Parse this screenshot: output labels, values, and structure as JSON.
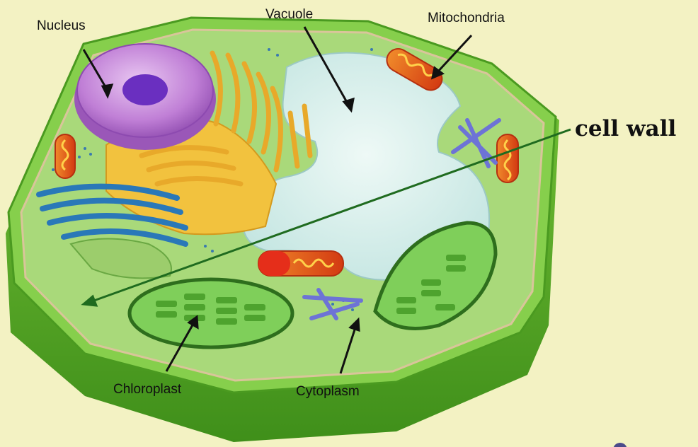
{
  "colors": {
    "background": "#f3f2c3",
    "cell_wall_outer": "#6fbf2e",
    "cell_wall_side": "#4ea221",
    "cytoplasm": "#a9d97a",
    "vacuole": "#d6eeea",
    "nucleus": "#c07fd6",
    "nucleolus": "#6a2fc0",
    "golgi": "#f2c23e",
    "er": "#2a78b8",
    "chloroplast": "#7fcf5a",
    "mitochondria": "#e9541f",
    "cell_wall_pointer": "#1f6b1f"
  },
  "labels": {
    "nucleus": "Nucleus",
    "vacuole": "Vacuole",
    "mitochondria": "Mitochondria",
    "cell_wall": "cell wall",
    "chloroplast": "Chloroplast",
    "cytoplasm": "Cytoplasm"
  }
}
